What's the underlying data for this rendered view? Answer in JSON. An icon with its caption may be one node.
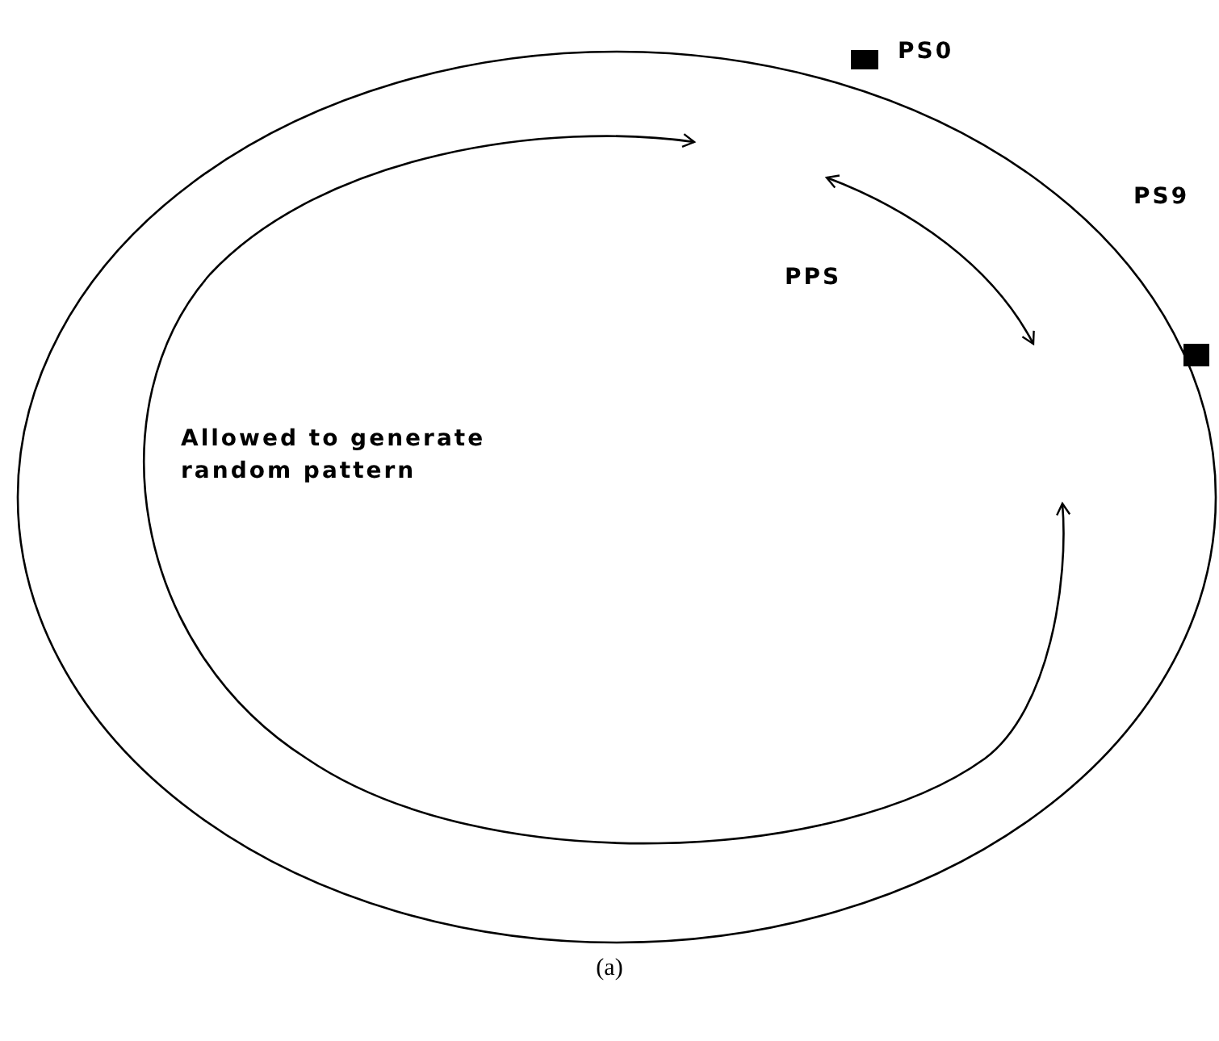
{
  "diagram": {
    "caption": "(a)",
    "labels": [
      "PS0",
      "PS9",
      "PPS",
      "Allowed to generate random pattern"
    ]
  }
}
